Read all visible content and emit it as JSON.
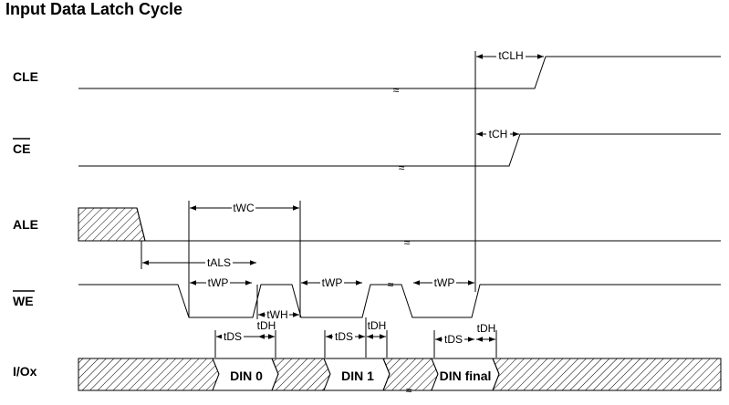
{
  "title": "Input Data Latch Cycle",
  "signals": {
    "cle": "CLE",
    "ce": "CE",
    "ale": "ALE",
    "we": "WE",
    "io": "I/Ox"
  },
  "timing_labels": {
    "tclh": "tCLH",
    "tch": "tCH",
    "twc": "tWC",
    "tals": "tALS",
    "twp1": "tWP",
    "twp2": "tWP",
    "twp3": "tWP",
    "twh": "tWH",
    "tds1": "tDS",
    "tds2": "tDS",
    "tds3": "tDS",
    "tdh1": "tDH",
    "tdh2": "tDH",
    "tdh3": "tDH"
  },
  "data_words": [
    "DIN 0",
    "DIN 1",
    "DIN final"
  ],
  "break_mark": "≈",
  "colors": {
    "line": "#000000",
    "hatch": "#000000",
    "background": "#ffffff"
  }
}
